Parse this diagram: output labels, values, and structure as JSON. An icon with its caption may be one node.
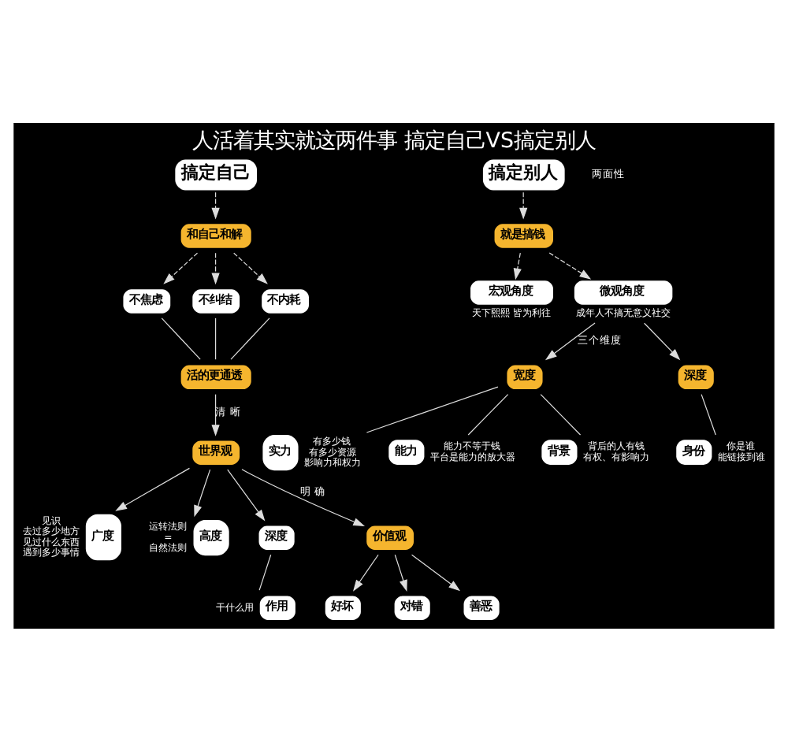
{
  "diagram": {
    "title": "人活着其实就这两件事 搞定自己VS搞定别人",
    "nodes": [
      {
        "text": [
          "搞定自己"
        ]
      },
      {
        "text": [
          "和自己和解"
        ]
      },
      {
        "text": [
          "不焦虑"
        ]
      },
      {
        "text": [
          "不纠结"
        ]
      },
      {
        "text": [
          "不内耗"
        ]
      },
      {
        "text": [
          "活的更通透"
        ]
      },
      {
        "text": [
          "世界观"
        ]
      },
      {
        "text": [
          "广度"
        ],
        "beside": [
          "见识",
          "去过多少地方",
          "见过什么东西",
          "遇到多少事情"
        ]
      },
      {
        "text": [
          "高度"
        ],
        "beside": [
          "运转法则",
          "=",
          "自然法则"
        ]
      },
      {
        "text": [
          "深度"
        ]
      },
      {
        "text": [
          "价值观"
        ]
      },
      {
        "text": [
          "好坏"
        ]
      },
      {
        "text": [
          "对错"
        ]
      },
      {
        "text": [
          "善恶"
        ]
      },
      {
        "text": [
          "作用"
        ],
        "beside": [
          "干什么用"
        ]
      },
      {
        "text": [
          "搞定别人"
        ]
      },
      {
        "text": [
          "就是搞钱"
        ]
      },
      {
        "text": [
          "宏观角度"
        ],
        "beside": [
          "天下熙熙 皆为利往"
        ]
      },
      {
        "text": [
          "微观角度"
        ],
        "beside": [
          "成年人不搞无意义社交"
        ]
      },
      {
        "text": [
          "宽度"
        ]
      },
      {
        "text": [
          "实力"
        ],
        "beside": [
          "有多少钱",
          "有多少资源",
          "影响力和权力"
        ]
      },
      {
        "text": [
          "能力"
        ],
        "beside": [
          "能力不等于钱",
          "平台是能力的放大器"
        ]
      },
      {
        "text": [
          "背景"
        ],
        "beside": [
          "背后的人有钱",
          "有权、有影响力"
        ]
      },
      {
        "text": [
          "深度"
        ]
      },
      {
        "text": [
          "身份"
        ],
        "beside": [
          "你是谁",
          "能链接到谁"
        ]
      }
    ],
    "edges": [
      {
        "from": 0,
        "to": 1,
        "arrow": "to",
        "style": "dashed"
      },
      {
        "from": 1,
        "to": 2,
        "arrow": "to",
        "style": "dashed"
      },
      {
        "from": 1,
        "to": 3,
        "arrow": "to",
        "style": "dashed"
      },
      {
        "from": 1,
        "to": 4,
        "arrow": "to",
        "style": "dashed"
      },
      {
        "from": 2,
        "to": 5,
        "arrow": "none"
      },
      {
        "from": 3,
        "to": 5,
        "arrow": "none"
      },
      {
        "from": 4,
        "to": 5,
        "arrow": "none"
      },
      {
        "from": 5,
        "to": 6,
        "arrow": "to",
        "label": "清 晰"
      },
      {
        "from": 6,
        "to": 7,
        "arrow": "to"
      },
      {
        "from": 6,
        "to": 8,
        "arrow": "to"
      },
      {
        "from": 6,
        "to": 9,
        "arrow": "to"
      },
      {
        "from": 6,
        "to": 10,
        "arrow": "to",
        "label": "明 确"
      },
      {
        "from": 10,
        "to": 11,
        "arrow": "to"
      },
      {
        "from": 10,
        "to": 12,
        "arrow": "to"
      },
      {
        "from": 10,
        "to": 13,
        "arrow": "to"
      },
      {
        "from": 9,
        "to": 14,
        "arrow": "none"
      },
      {
        "from": 15,
        "to": 16,
        "arrow": "to",
        "style": "dashed"
      },
      {
        "from": 16,
        "to": 17,
        "arrow": "to",
        "style": "dashed"
      },
      {
        "from": 16,
        "to": 18,
        "arrow": "to",
        "style": "dashed"
      },
      {
        "from": 18,
        "to": 19,
        "arrow": "to",
        "label": "三个维度"
      },
      {
        "from": 18,
        "to": 23,
        "arrow": "to"
      },
      {
        "from": 19,
        "to": 20,
        "arrow": "none"
      },
      {
        "from": 19,
        "to": 21,
        "arrow": "none"
      },
      {
        "from": 19,
        "to": 22,
        "arrow": "none"
      },
      {
        "from": 23,
        "to": 24,
        "arrow": "none"
      }
    ],
    "labels": [
      "两面性"
    ]
  }
}
